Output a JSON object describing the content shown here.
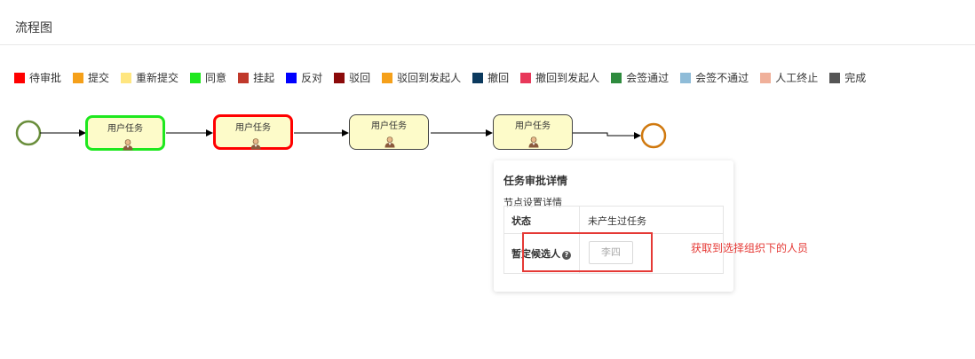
{
  "header": {
    "title": "流程图"
  },
  "legend": [
    {
      "label": "待审批",
      "color": "#ff0000"
    },
    {
      "label": "提交",
      "color": "#f5a01a"
    },
    {
      "label": "重新提交",
      "color": "#ffe680"
    },
    {
      "label": "同意",
      "color": "#1ee81e"
    },
    {
      "label": "挂起",
      "color": "#c0392b"
    },
    {
      "label": "反对",
      "color": "#0000ff"
    },
    {
      "label": "驳回",
      "color": "#8b0a0a"
    },
    {
      "label": "驳回到发起人",
      "color": "#f5a01a"
    },
    {
      "label": "撤回",
      "color": "#0b3a5e"
    },
    {
      "label": "撤回到发起人",
      "color": "#e8385a"
    },
    {
      "label": "会签通过",
      "color": "#2e8b3e"
    },
    {
      "label": "会签不通过",
      "color": "#8fbcd8"
    },
    {
      "label": "人工终止",
      "color": "#f0b09a"
    },
    {
      "label": "完成",
      "color": "#555555"
    }
  ],
  "diagram": {
    "tasks": [
      {
        "label": "用户任务",
        "status": "同意",
        "border_color": "#1ee81e"
      },
      {
        "label": "用户任务",
        "status": "待审批",
        "border_color": "#ff0000"
      },
      {
        "label": "用户任务",
        "status": "",
        "border_color": "#444444"
      },
      {
        "label": "用户任务",
        "status": "",
        "border_color": "#444444"
      }
    ],
    "start_event_color": "#6a8e3c",
    "end_event_color": "#d0790f"
  },
  "popup": {
    "title": "任务审批详情",
    "subtitle": "节点设置详情",
    "status_label": "状态",
    "status_value": "未产生过任务",
    "candidate_label": "暂定候选人",
    "help_icon": "?",
    "candidate_value": "李四"
  },
  "annotation": {
    "text": "获取到选择组织下的人员",
    "color": "#e53935"
  }
}
